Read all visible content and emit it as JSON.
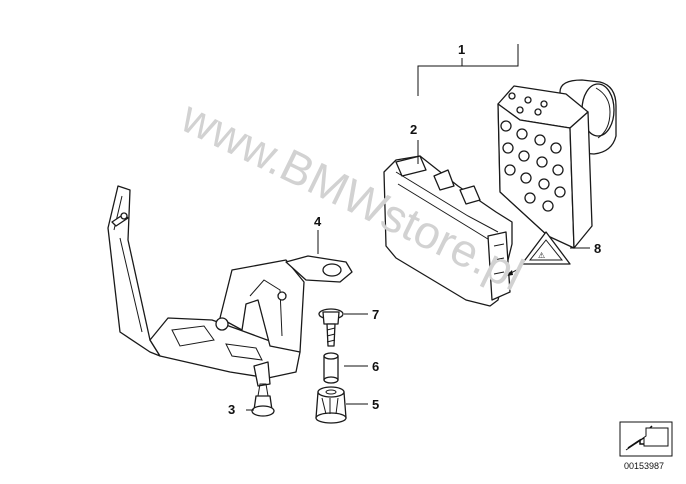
{
  "watermark": "www.BMWstore.pl",
  "diagram_ref": "00153987",
  "callouts": {
    "c1": "1",
    "c2": "2",
    "c3": "3",
    "c4": "4",
    "c5": "5",
    "c6": "6",
    "c7": "7",
    "c8": "8"
  },
  "colors": {
    "line": "#1a1a1a",
    "watermark": "#d2d2d2",
    "background": "#ffffff"
  }
}
